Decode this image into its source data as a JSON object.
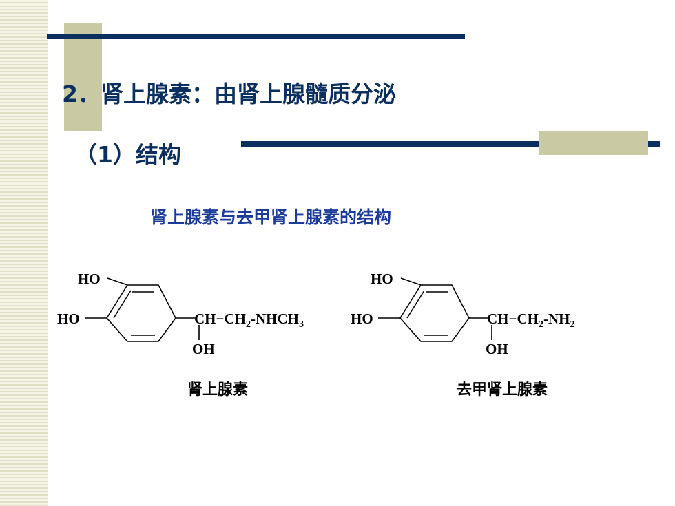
{
  "slide": {
    "title": "2．肾上腺素：由肾上腺髓质分泌",
    "subtitle": "（1）结构",
    "figure_caption": "肾上腺素与去甲肾上腺素的结构"
  },
  "structures": [
    {
      "name": "肾上腺素",
      "ring_top_label": "HO",
      "ring_left_label": "HO",
      "chain": {
        "ch": "CH",
        "dash1": "−",
        "ch2": "CH",
        "sub2": "2",
        "dash2": "-",
        "group": "NHCH",
        "group_sub": "3"
      },
      "oh": "OH"
    },
    {
      "name": "去甲肾上腺素",
      "ring_top_label": "HO",
      "ring_left_label": "HO",
      "chain": {
        "ch": "CH",
        "dash1": "−",
        "ch2": "CH",
        "sub2": "2",
        "dash2": "-",
        "group": "NH",
        "group_sub": "2"
      },
      "oh": "OH"
    }
  ],
  "colors": {
    "navy": "#0b2f5e",
    "caption_blue": "#1b3d99",
    "olive": "#c9c9a3",
    "stripe_light": "#f4f3e6",
    "stripe_dark": "#e0dfc6"
  }
}
